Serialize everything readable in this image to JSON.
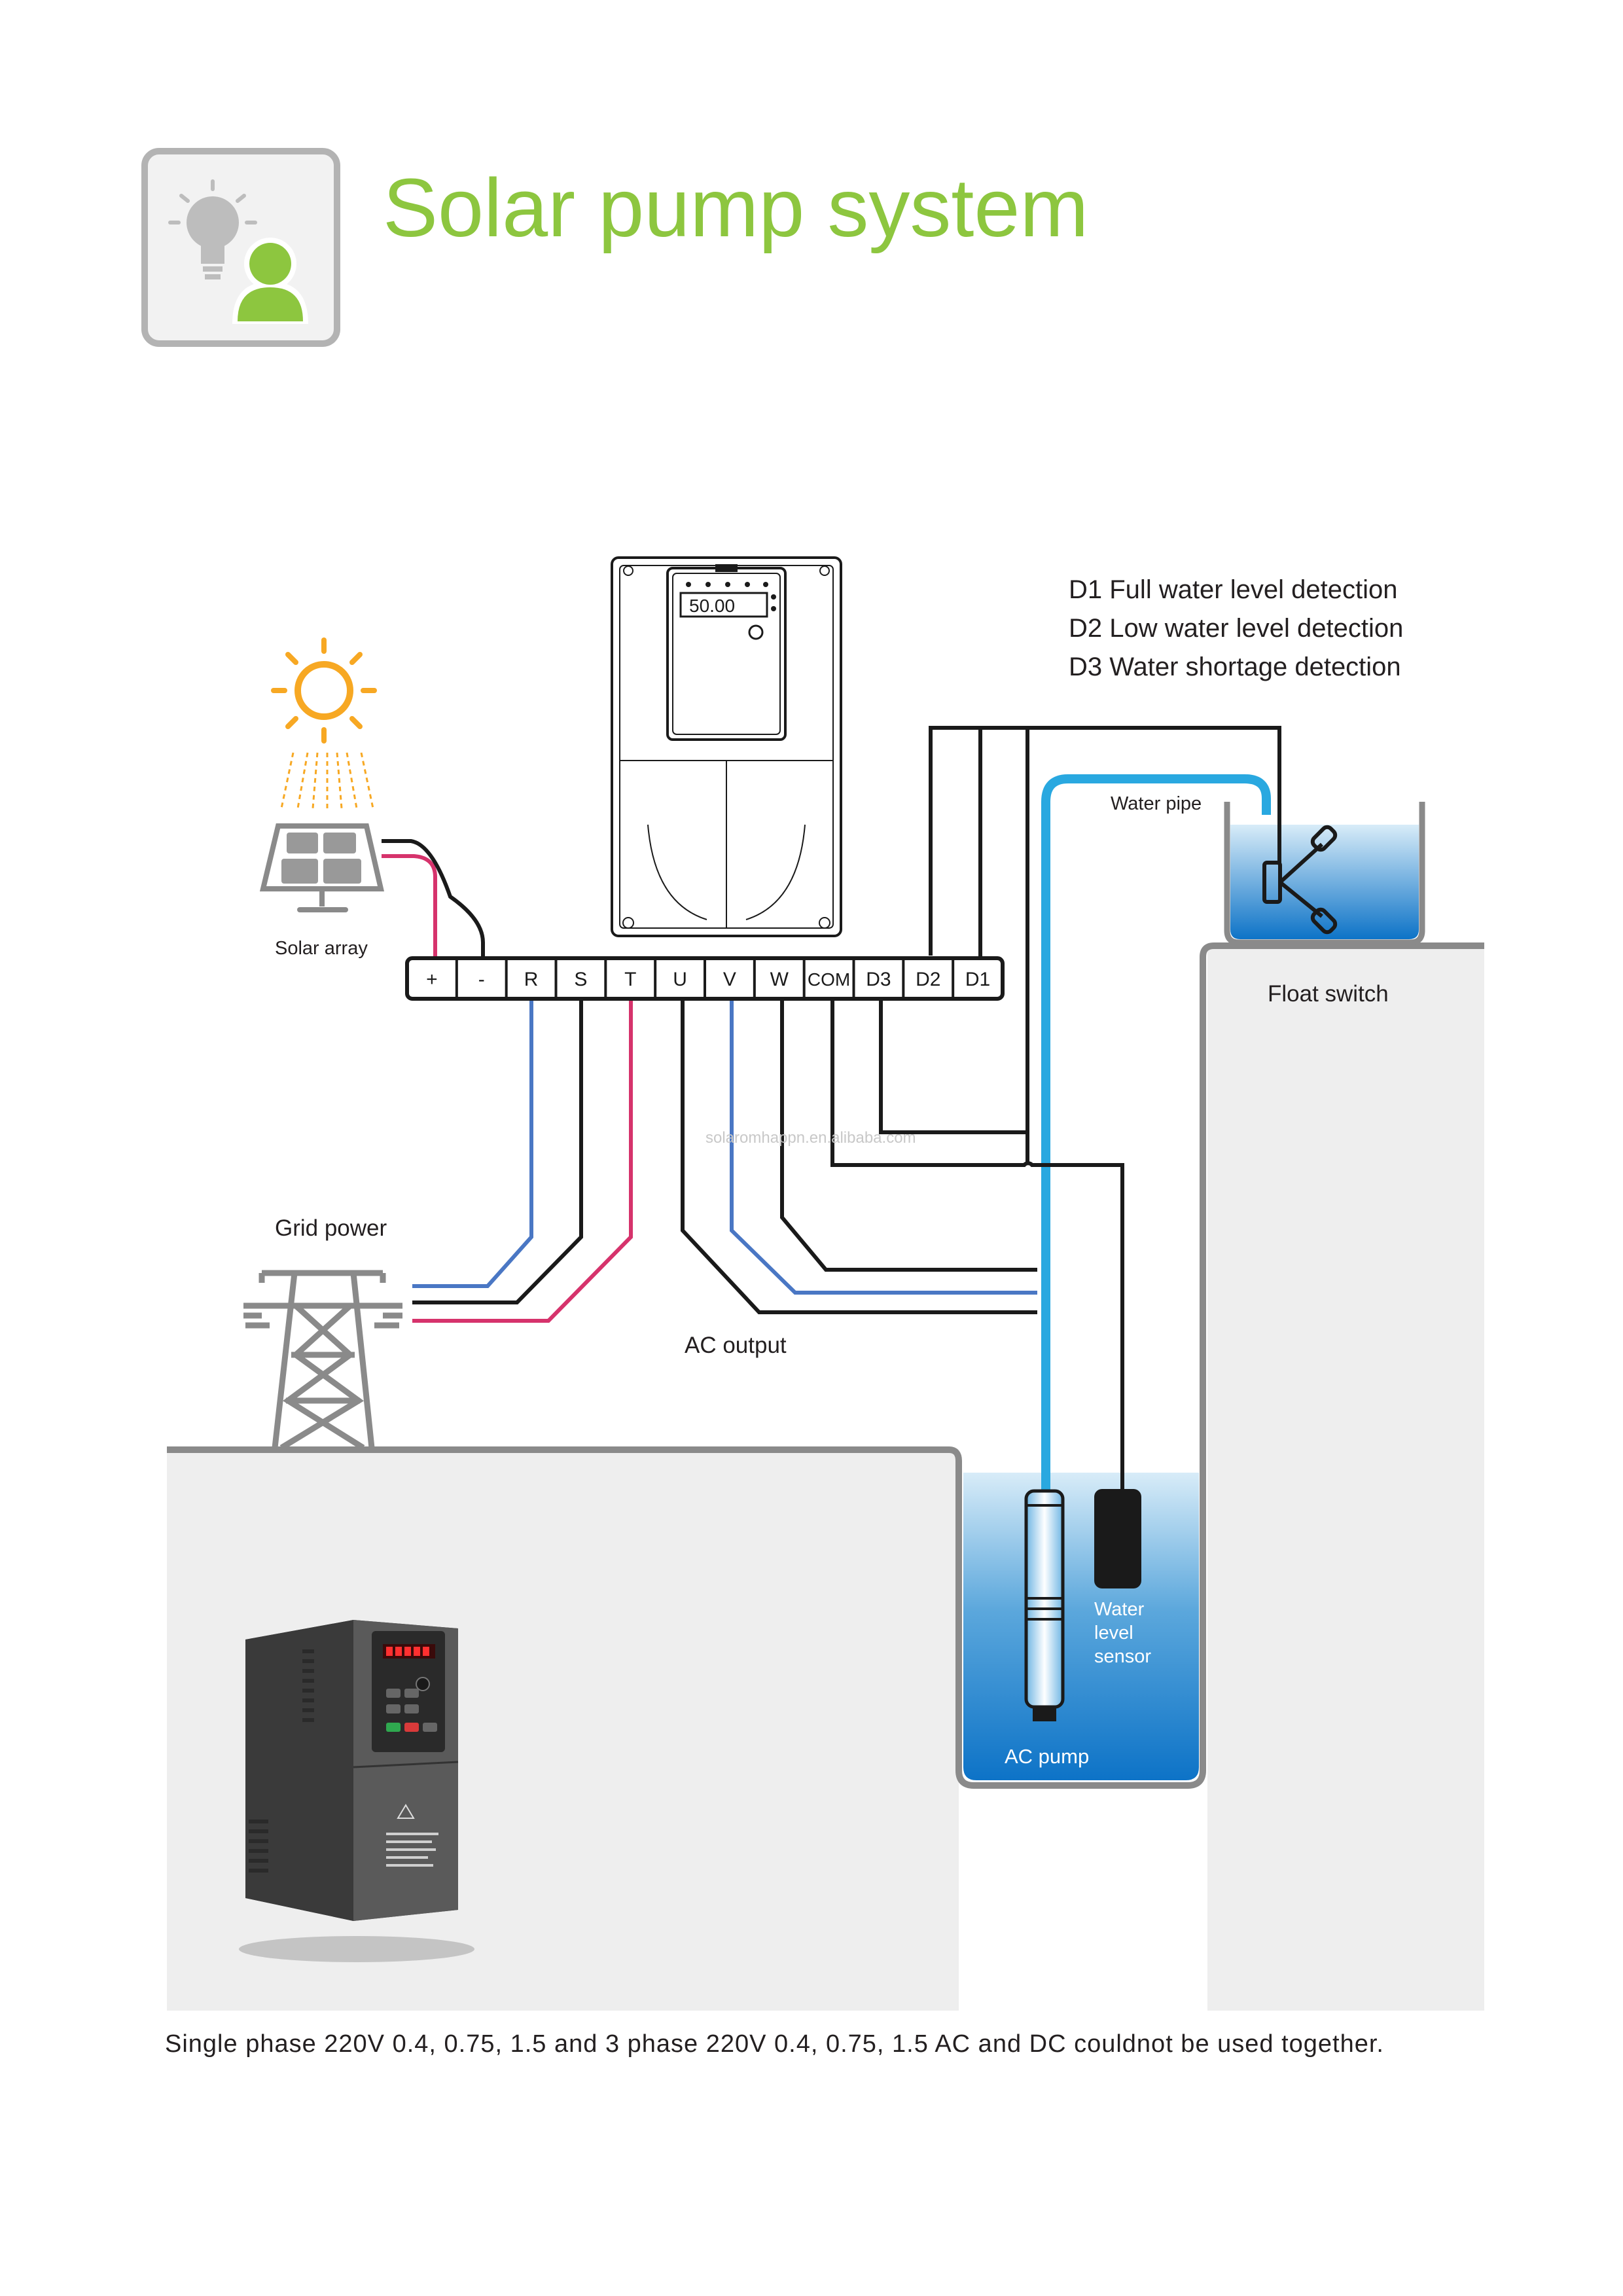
{
  "header": {
    "title": "Solar pump system"
  },
  "legend": {
    "lines": [
      "D1 Full water level detection",
      "D2 Low water level detection",
      "D3 Water shortage detection"
    ]
  },
  "terminals": [
    "+",
    "-",
    "R",
    "S",
    "T",
    "U",
    "V",
    "W",
    "COM",
    "D3",
    "D2",
    "D1"
  ],
  "labels": {
    "solar_array": "Solar array",
    "grid_power": "Grid power",
    "ac_output": "AC output",
    "water_pipe": "Water pipe",
    "float_switch": "Float switch",
    "water_level_sensor_1": "Water",
    "water_level_sensor_2": "level",
    "water_level_sensor_3": "sensor",
    "ac_pump": "AC pump"
  },
  "inverter": {
    "display_value": "50.00"
  },
  "watermark": "solaromhappn.en.alibaba.com",
  "footer": "Single phase 220V  0.4, 0.75, 1.5 and 3 phase 220V 0.4, 0.75, 1.5    AC and DC couldnot be used together.",
  "colors": {
    "title_green": "#8dc63f",
    "wire_red": "#d6336c",
    "wire_blue": "#4a77c4",
    "water_pipe_blue": "#29a8e0",
    "water_fill": "#0d73c7",
    "sun_orange": "#f7a823",
    "ground_grey": "#eeeeee"
  }
}
